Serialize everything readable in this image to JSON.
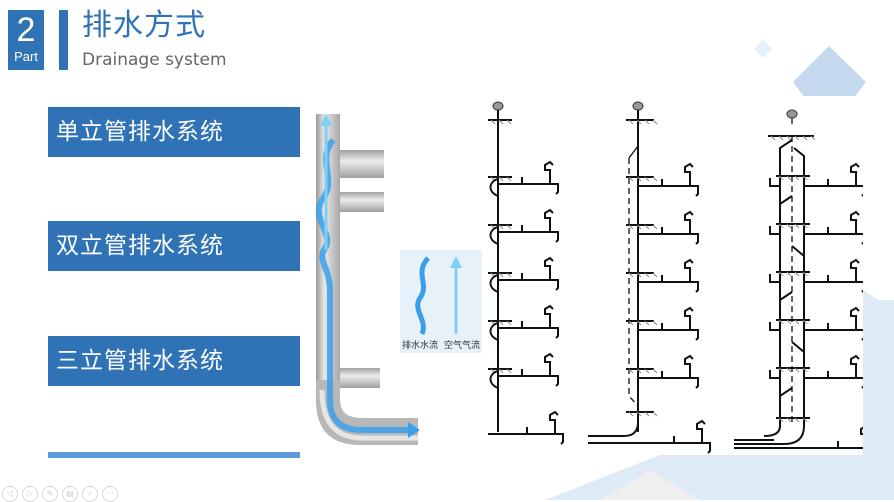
{
  "header": {
    "part_number": "2",
    "part_label": "Part",
    "title_cn": "排水方式",
    "title_en": "Drainage system"
  },
  "systems": [
    {
      "label": "单立管排水系统"
    },
    {
      "label": "双立管排水系统"
    },
    {
      "label": "三立管排水系统"
    }
  ],
  "illustration": {
    "legend": [
      {
        "label": "排水水流",
        "icon": "spiral-water-flow-icon"
      },
      {
        "label": "空气气流",
        "icon": "air-flow-arrow-icon"
      }
    ]
  },
  "diagrams": [
    {
      "name": "single-stack-diagram"
    },
    {
      "name": "double-stack-diagram"
    },
    {
      "name": "triple-stack-diagram"
    }
  ],
  "toolbar": {
    "icons": [
      "prev-icon",
      "next-icon",
      "pen-icon",
      "menu-icon",
      "zoom-icon",
      "more-icon"
    ]
  },
  "colors": {
    "accent": "#2f73b5",
    "accent_light": "#5a9bd8",
    "bg_shape": "#c5d9ee",
    "bg_shape_light": "#deeaf6",
    "water": "#3aa0ee"
  }
}
